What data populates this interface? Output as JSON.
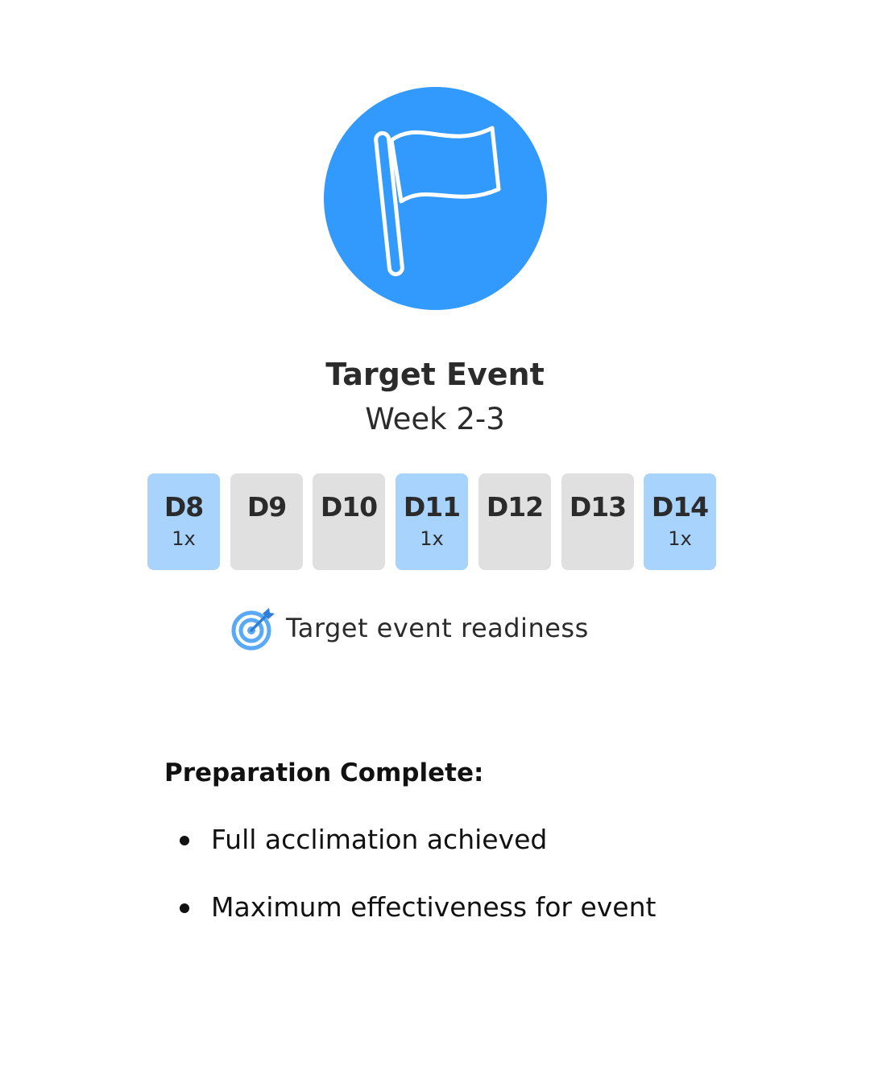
{
  "colors": {
    "accent": "#3299fd",
    "day_active": "#a8d3fd",
    "day_inactive": "#e0e0e0",
    "text": "#2b2b2b"
  },
  "hero": {
    "icon": "flag-icon"
  },
  "header": {
    "title": "Target Event",
    "subtitle": "Week 2-3"
  },
  "days": [
    {
      "label": "D8",
      "freq": "1x",
      "active": true
    },
    {
      "label": "D9",
      "freq": "",
      "active": false
    },
    {
      "label": "D10",
      "freq": "",
      "active": false
    },
    {
      "label": "D11",
      "freq": "1x",
      "active": true
    },
    {
      "label": "D12",
      "freq": "",
      "active": false
    },
    {
      "label": "D13",
      "freq": "",
      "active": false
    },
    {
      "label": "D14",
      "freq": "1x",
      "active": true
    }
  ],
  "readiness": {
    "icon": "target-icon",
    "text": "Target event readiness"
  },
  "preparation": {
    "heading": "Preparation Complete:",
    "items": [
      "Full acclimation achieved",
      "Maximum effectiveness for event"
    ]
  }
}
